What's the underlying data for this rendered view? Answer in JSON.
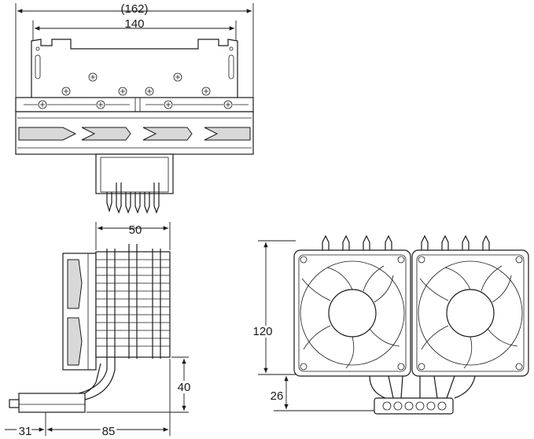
{
  "dimensions": {
    "top_outer": "(162)",
    "top_inner": "140",
    "side_width": "50",
    "side_height": "40",
    "side_offset": "31",
    "side_length": "85",
    "front_height": "120",
    "front_base": "26"
  }
}
